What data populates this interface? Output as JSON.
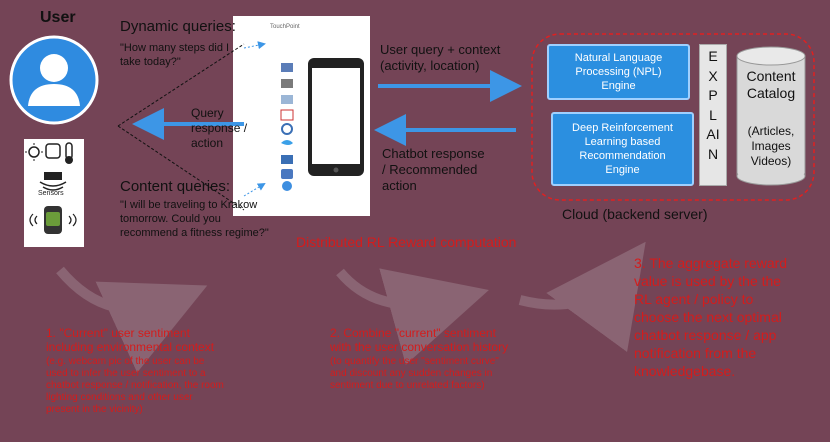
{
  "user": {
    "title": "User"
  },
  "left_panel": {
    "dynamic_heading": "Dynamic queries:",
    "dynamic_example": "\"How many steps did I\ntake today?\"",
    "response_label": "Query\nresponse /\naction",
    "content_heading": "Content queries:",
    "content_example": "\"I will be traveling to Krakow\ntomorrow. Could you\nrecommend a fitness regime?\"",
    "sensors_label": "Sensors"
  },
  "phone": {
    "app_label": "TouchPoint"
  },
  "arrows": {
    "to_cloud": "User query + context\n(activity, location)",
    "from_cloud": "Chatbot response\n/ Recommended\naction"
  },
  "cloud": {
    "nlp": "Natural Language\nProcessing (NPL)\nEngine",
    "drl": "Deep Reinforcement\nLearning based\nRecommendation\nEngine",
    "explain": "EXPLAIN",
    "catalog_title": "Content\nCatalog",
    "catalog_sub": "(Articles,\nImages\nVideos)",
    "label": "Cloud (backend server)"
  },
  "reward_title": "Distributed RL Reward computation",
  "steps": {
    "s1_title": "1. \"Current\" user sentiment\nincluding environmental context",
    "s1_detail": "(e.g. webcam pic of the user can be\nused to infer the user sentiment to a\nchatbot response / notification, the room\nlighting conditions and other user\npresent in the vicinity)",
    "s2_title": "2. Combine \"current\" sentiment\nwith the user conversation history",
    "s2_detail": "(to quantify the user \"sentiment curve\"\nand discount any sudden changes in\nsentiment due to unrelated factors)",
    "s3": "3. The aggregate reward\nvalue is used by the the\nRL agent / policy to\nchoose the next optimal\nchatbot response / app\nnotification from the\nknowledgebase."
  },
  "colors": {
    "background": "#744456",
    "accent_blue": "#2b8fe0",
    "red": "#d41c1c"
  }
}
